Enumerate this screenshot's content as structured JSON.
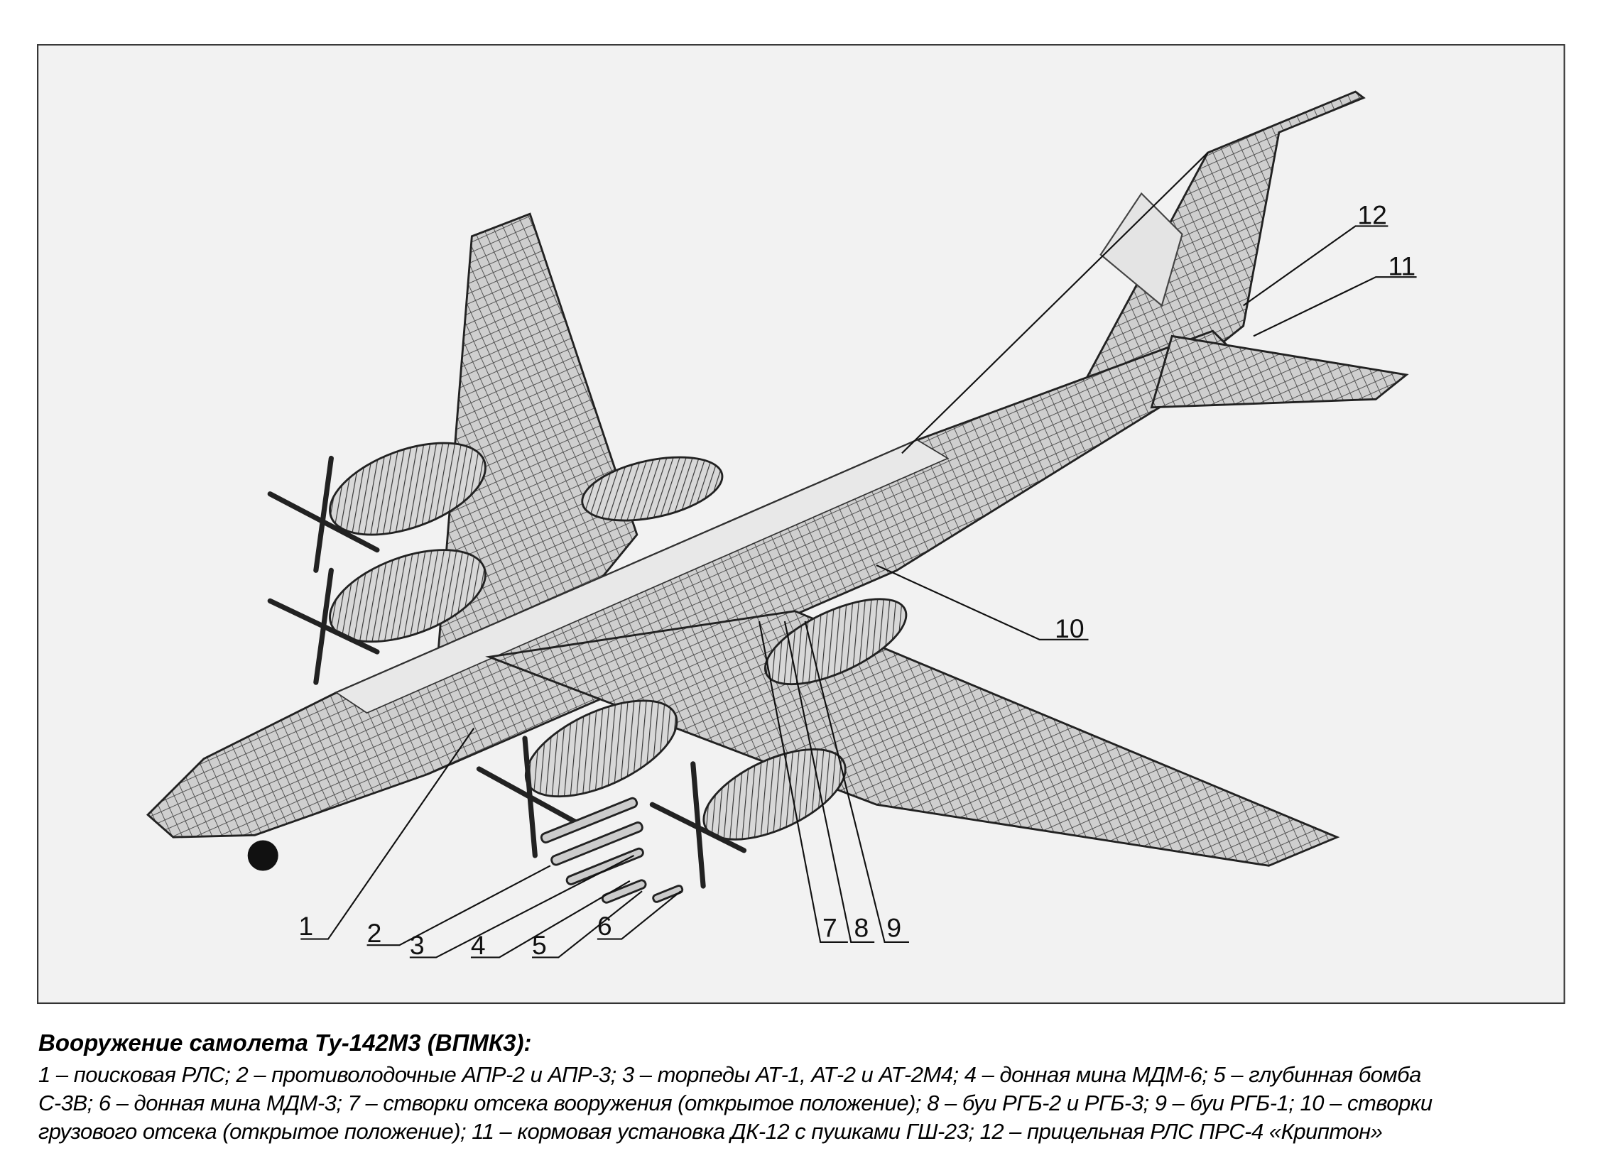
{
  "callouts": [
    "1",
    "2",
    "3",
    "4",
    "5",
    "6",
    "7",
    "8",
    "9",
    "10",
    "11",
    "12"
  ],
  "caption": {
    "title": "Вооружение самолета Ту-142М3 (ВПМК3):",
    "lines": [
      "1 – поисковая РЛС; 2 – противолодочные АПР-2 и АПР-3; 3 – торпеды АТ-1, АТ-2 и АТ-2М4; 4 – донная мина МДМ-6; 5 – глубинная бомба",
      "С-3В; 6 – донная мина МДМ-3; 7 – створки отсека вооружения (открытое положение); 8 – буи РГБ-2 и РГБ-3; 9 – буи РГБ-1; 10  – створки",
      "грузового отсека (открытое положение); 11 – кормовая установка ДК-12 с пушками ГШ-23; 12 – прицельная  РЛС ПРС-4 «Криптон»"
    ]
  }
}
